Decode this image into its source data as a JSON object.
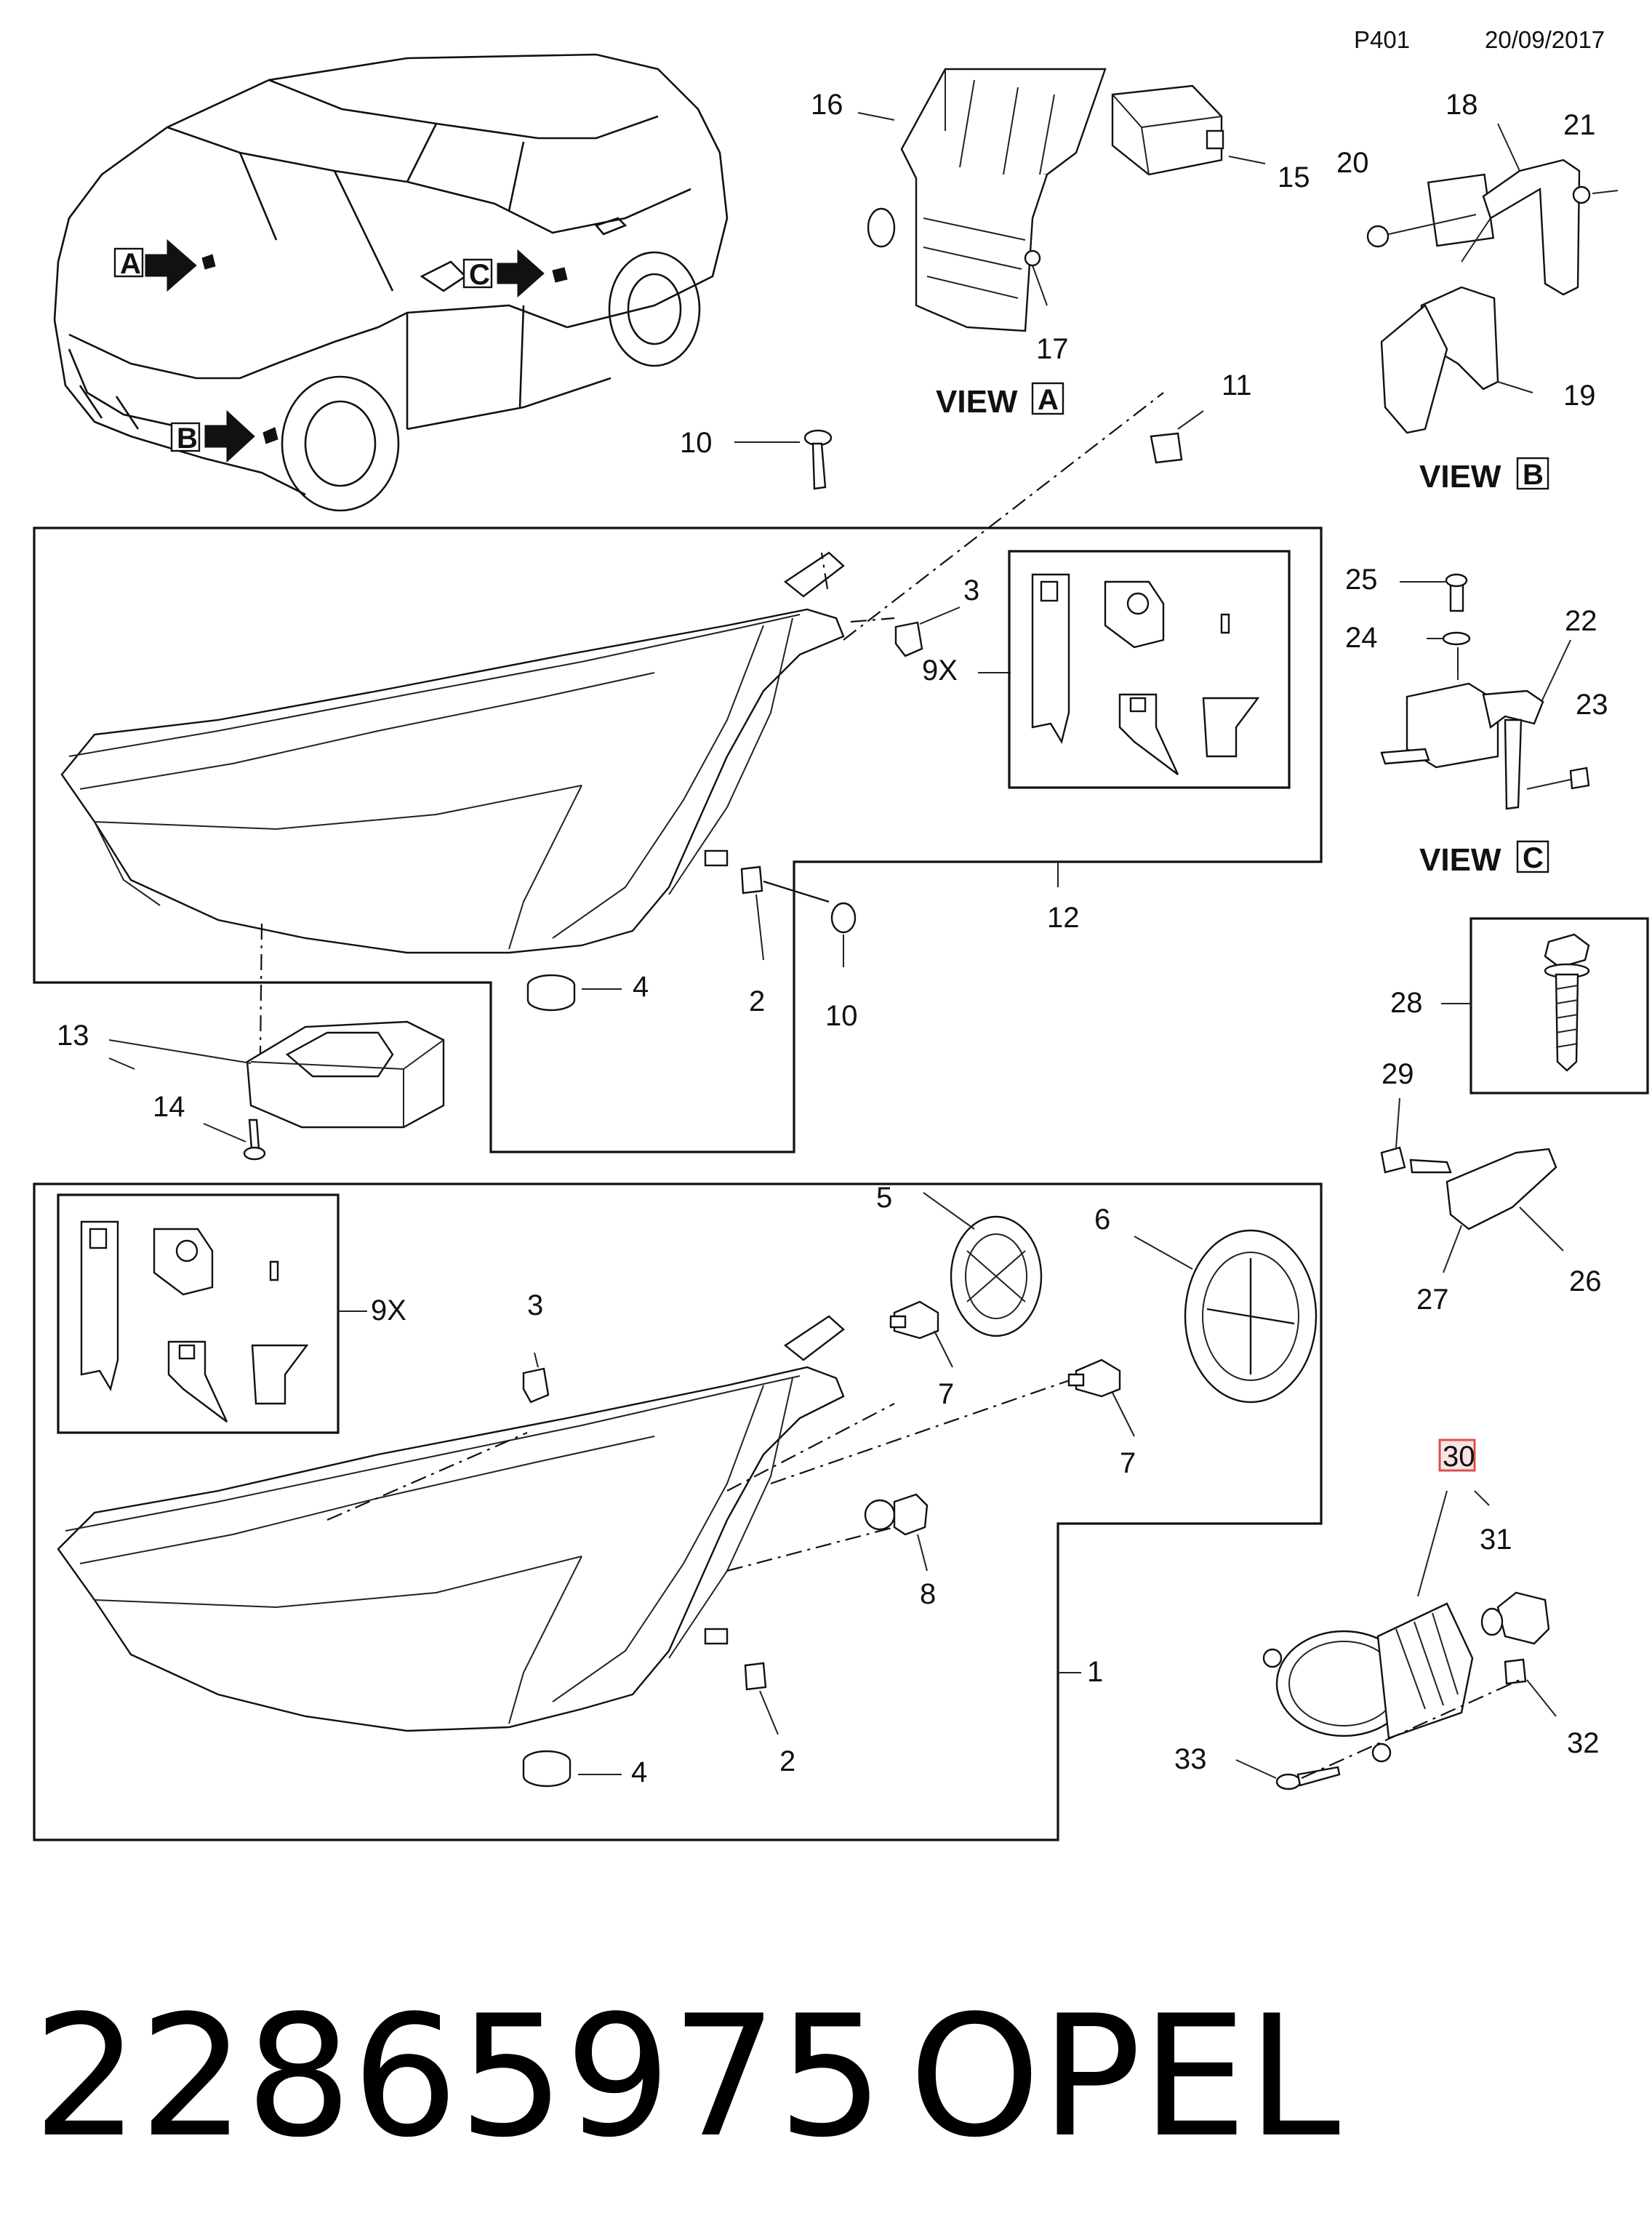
{
  "header": {
    "page_code": "P401",
    "date": "20/09/2017"
  },
  "views": {
    "a": {
      "word": "VIEW",
      "letter": "A"
    },
    "b": {
      "word": "VIEW",
      "letter": "B"
    },
    "c": {
      "word": "VIEW",
      "letter": "C"
    }
  },
  "car_markers": {
    "a": "A",
    "b": "B",
    "c": "C"
  },
  "callouts": {
    "c1": "1",
    "c2_upper": "2",
    "c2_lower": "2",
    "c3_upper": "3",
    "c3_lower": "3",
    "c4_upper": "4",
    "c4_lower": "4",
    "c5": "5",
    "c6": "6",
    "c7_left": "7",
    "c7_right": "7",
    "c8": "8",
    "c9x_upper": "9X",
    "c9x_lower": "9X",
    "c10_top": "10",
    "c10_mid": "10",
    "c11": "11",
    "c12": "12",
    "c13": "13",
    "c14": "14",
    "c15": "15",
    "c16": "16",
    "c17": "17",
    "c18": "18",
    "c19": "19",
    "c20": "20",
    "c21": "21",
    "c22": "22",
    "c23": "23",
    "c24": "24",
    "c25": "25",
    "c26": "26",
    "c27": "27",
    "c28": "28",
    "c29": "29",
    "c30": "30",
    "c31": "31",
    "c32": "32",
    "c33": "33"
  },
  "highlight": {
    "part": "30",
    "color": "#d9534f",
    "fill": "#fbe3e3"
  },
  "footer": {
    "part_number": "22865975",
    "brand": "OPEL"
  }
}
